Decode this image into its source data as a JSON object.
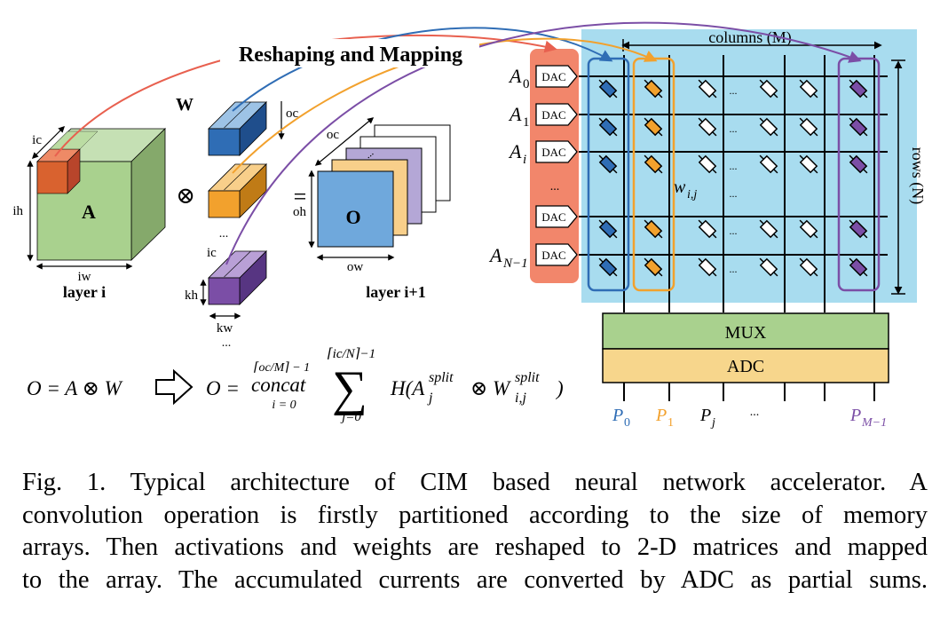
{
  "colors": {
    "red": "#e8604f",
    "blue": "#2f6db5",
    "orange": "#f2a12d",
    "purple": "#7b4ea6",
    "green_cube": "#a9d18e",
    "light_blue_array": "#a8dcef",
    "salmon_dac": "#f2866b",
    "mux_green": "#a9d18e",
    "adc_yellow": "#f7d68c",
    "output_blue": "#6fa8dc"
  },
  "left": {
    "title": "Reshaping and Mapping",
    "layer_i": "layer i",
    "layer_i1": "layer i+1",
    "A": "A",
    "O": "O",
    "W": "W",
    "otimes": "⊗",
    "equals": "=",
    "ic": "ic",
    "ih": "ih",
    "iw": "iw",
    "oc": "oc",
    "oh": "oh",
    "ow": "ow",
    "kh": "kh",
    "kw": "kw",
    "dots": "..."
  },
  "array": {
    "columns_label": "columns (M)",
    "rows_label": "rows (N)",
    "dac": "DAC",
    "mux": "MUX",
    "adc": "ADC",
    "rowlabels": [
      {
        "base": "A",
        "sub": "0"
      },
      {
        "base": "A",
        "sub": "1"
      },
      {
        "base": "A",
        "sub": "i"
      },
      {
        "base": "A",
        "sub": "N−1"
      }
    ],
    "weight_label": {
      "base": "w",
      "sub": "i,j"
    },
    "outputs": [
      {
        "base": "P",
        "sub": "0"
      },
      {
        "base": "P",
        "sub": "1"
      },
      {
        "base": "P",
        "sub": "j"
      },
      {
        "base": "P",
        "sub": "M−1"
      }
    ],
    "dots": "..."
  },
  "equation": {
    "lhs": "O = A ⊗ W",
    "rhs_O": "O =",
    "concat": "concat",
    "concat_top": "⌈oc/M⌉ − 1",
    "concat_bottom": "i = 0",
    "sum_top": "⌈ic/N⌉−1",
    "sum_bottom": "j=0",
    "H_open": "H(A",
    "A_sup": "split",
    "A_sub": "j",
    "otimes": "⊗ W",
    "W_sup": "split",
    "W_sub": "i,j",
    "close": ")"
  },
  "caption": {
    "lines": [
      "Fig. 1.   Typical architecture of CIM based neural network accelerator. A",
      "convolution operation is firstly partitioned according to the size of memory",
      "arrays. Then activations and weights are reshaped to 2-D matrices and mapped",
      "to the array. The accumulated currents are converted by ADC as partial sums."
    ]
  }
}
